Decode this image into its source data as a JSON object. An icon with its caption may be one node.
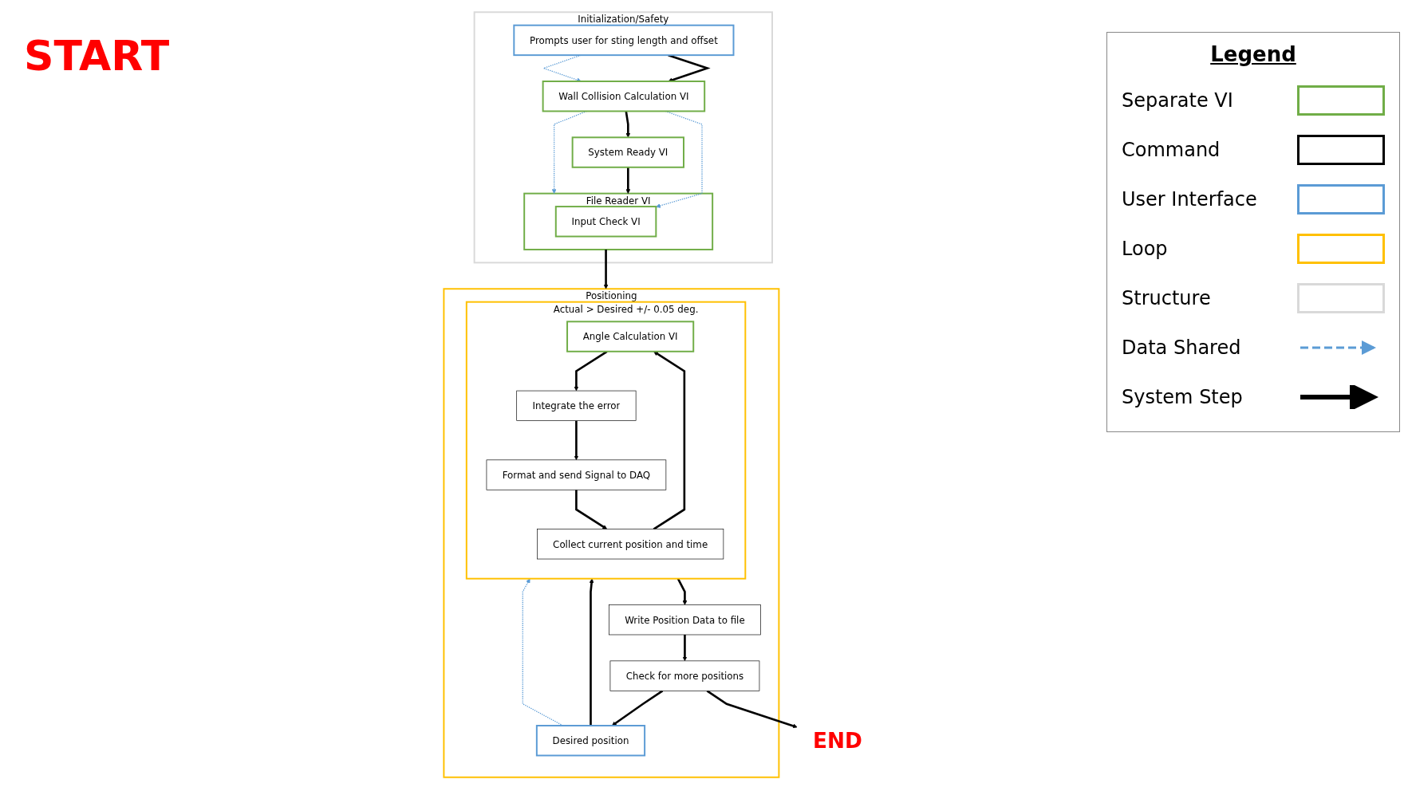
{
  "diagram": {
    "nodes": [
      {
        "text": [
          "Initialization/Safety"
        ]
      },
      {
        "text": [
          "Prompts user for sting length and offset"
        ],
        "in": 0
      },
      {
        "text": [
          "Wall Collision Calculation VI"
        ],
        "in": 0
      },
      {
        "text": [
          "System Ready VI"
        ],
        "in": 0
      },
      {
        "text": [
          "File Reader VI"
        ],
        "in": 0
      },
      {
        "text": [
          "Input Check VI"
        ],
        "in": 4
      },
      {
        "text": [
          "Positioning"
        ]
      },
      {
        "text": [
          "Desired position"
        ],
        "in": 6
      },
      {
        "text": [
          "Actual > Desired +/- 0.05 deg."
        ],
        "in": 6
      },
      {
        "text": [
          "Angle Calculation VI"
        ],
        "in": 8
      },
      {
        "text": [
          "Integrate the error"
        ],
        "in": 8
      },
      {
        "text": [
          "Format and send Signal to DAQ"
        ],
        "in": 8
      },
      {
        "text": [
          "Collect current position and time"
        ],
        "in": 8
      },
      {
        "text": [
          "Write Position Data to file"
        ],
        "in": 6
      },
      {
        "text": [
          "Check for more positions"
        ],
        "in": 6
      },
      {
        "text": [
          "END"
        ]
      }
    ],
    "edges": [
      {
        "from": 1,
        "to": 2,
        "arrow": "to"
      },
      {
        "from": 1,
        "to": 2,
        "arrow": "to",
        "style": "dashed",
        "color": "#5b9bd5"
      },
      {
        "from": 2,
        "to": 3,
        "arrow": "to"
      },
      {
        "from": 3,
        "to": 4,
        "arrow": "to"
      },
      {
        "from": 2,
        "to": 4,
        "arrow": "to",
        "style": "dashed",
        "color": "#5b9bd5"
      },
      {
        "from": 2,
        "to": 5,
        "arrow": "to",
        "style": "dashed",
        "color": "#5b9bd5"
      },
      {
        "from": 4,
        "to": 6,
        "arrow": "to"
      },
      {
        "from": 7,
        "to": 8,
        "arrow": "to"
      },
      {
        "from": 7,
        "to": 8,
        "arrow": "to",
        "style": "dashed",
        "color": "#5b9bd5"
      },
      {
        "from": 9,
        "to": 10,
        "arrow": "to"
      },
      {
        "from": 10,
        "to": 11,
        "arrow": "to"
      },
      {
        "from": 11,
        "to": 12,
        "arrow": "to"
      },
      {
        "from": 12,
        "to": 9,
        "arrow": "to"
      },
      {
        "from": 8,
        "to": 13,
        "arrow": "to"
      },
      {
        "from": 13,
        "to": 14,
        "arrow": "to"
      },
      {
        "from": 14,
        "to": 7,
        "arrow": "to"
      },
      {
        "from": 14,
        "to": 15,
        "arrow": "to"
      }
    ],
    "labels": [
      "START",
      "Legend"
    ],
    "legend": [
      {
        "text": "Separate VI",
        "color": "#70ad47"
      },
      {
        "text": "Command",
        "color": "#000000"
      },
      {
        "text": "User Interface",
        "color": "#5b9bd5"
      },
      {
        "text": "Loop",
        "color": "#ffc000"
      },
      {
        "text": "Structure",
        "color": "#d9d9d9"
      },
      {
        "text": "Data Shared"
      },
      {
        "text": "System Step"
      }
    ]
  }
}
